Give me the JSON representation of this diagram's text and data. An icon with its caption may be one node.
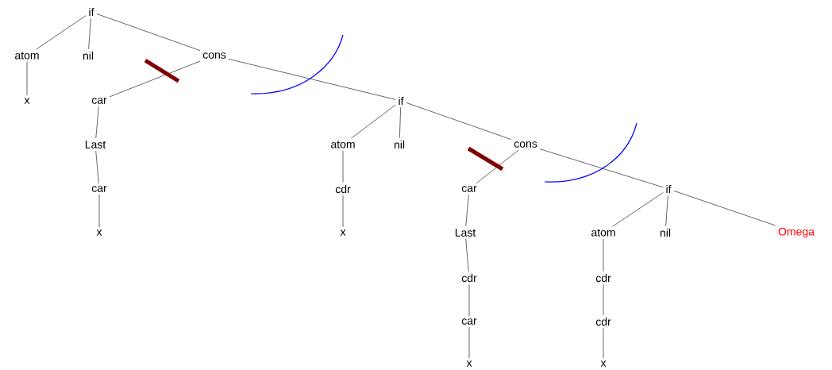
{
  "diagram": {
    "nodes": [
      {
        "text": [
          "if"
        ]
      },
      {
        "text": [
          "atom"
        ]
      },
      {
        "text": [
          "nil"
        ]
      },
      {
        "text": [
          "cons"
        ]
      },
      {
        "text": [
          "x"
        ]
      },
      {
        "text": [
          "car"
        ]
      },
      {
        "text": [
          "Last"
        ]
      },
      {
        "text": [
          "car"
        ]
      },
      {
        "text": [
          "x"
        ]
      },
      {
        "text": [
          "if"
        ]
      },
      {
        "text": [
          "atom"
        ]
      },
      {
        "text": [
          "nil"
        ]
      },
      {
        "text": [
          "cons"
        ]
      },
      {
        "text": [
          "cdr"
        ]
      },
      {
        "text": [
          "x"
        ]
      },
      {
        "text": [
          "car"
        ]
      },
      {
        "text": [
          "Last"
        ]
      },
      {
        "text": [
          "cdr"
        ]
      },
      {
        "text": [
          "car"
        ]
      },
      {
        "text": [
          "x"
        ]
      },
      {
        "text": [
          "if"
        ]
      },
      {
        "text": [
          "atom"
        ]
      },
      {
        "text": [
          "nil"
        ]
      },
      {
        "text": [
          "Omega"
        ]
      },
      {
        "text": [
          "cdr"
        ]
      },
      {
        "text": [
          "cdr"
        ]
      },
      {
        "text": [
          "x"
        ]
      }
    ],
    "edges": [
      {
        "from": 0,
        "to": 1,
        "arrow": "none"
      },
      {
        "from": 0,
        "to": 2,
        "arrow": "none"
      },
      {
        "from": 0,
        "to": 3,
        "arrow": "none"
      },
      {
        "from": 1,
        "to": 4,
        "arrow": "none"
      },
      {
        "from": 3,
        "to": 5,
        "arrow": "none"
      },
      {
        "from": 3,
        "to": 9,
        "arrow": "none"
      },
      {
        "from": 5,
        "to": 6,
        "arrow": "none"
      },
      {
        "from": 6,
        "to": 7,
        "arrow": "none"
      },
      {
        "from": 7,
        "to": 8,
        "arrow": "none"
      },
      {
        "from": 9,
        "to": 10,
        "arrow": "none"
      },
      {
        "from": 9,
        "to": 11,
        "arrow": "none"
      },
      {
        "from": 9,
        "to": 12,
        "arrow": "none"
      },
      {
        "from": 10,
        "to": 13,
        "arrow": "none"
      },
      {
        "from": 13,
        "to": 14,
        "arrow": "none"
      },
      {
        "from": 12,
        "to": 15,
        "arrow": "none"
      },
      {
        "from": 12,
        "to": 20,
        "arrow": "none"
      },
      {
        "from": 15,
        "to": 16,
        "arrow": "none"
      },
      {
        "from": 16,
        "to": 17,
        "arrow": "none"
      },
      {
        "from": 17,
        "to": 18,
        "arrow": "none"
      },
      {
        "from": 18,
        "to": 19,
        "arrow": "none"
      },
      {
        "from": 20,
        "to": 21,
        "arrow": "none"
      },
      {
        "from": 20,
        "to": 22,
        "arrow": "none"
      },
      {
        "from": 20,
        "to": 23,
        "arrow": "none"
      },
      {
        "from": 21,
        "to": 24,
        "arrow": "none"
      },
      {
        "from": 24,
        "to": 25,
        "arrow": "none"
      },
      {
        "from": 25,
        "to": 26,
        "arrow": "none"
      }
    ]
  }
}
